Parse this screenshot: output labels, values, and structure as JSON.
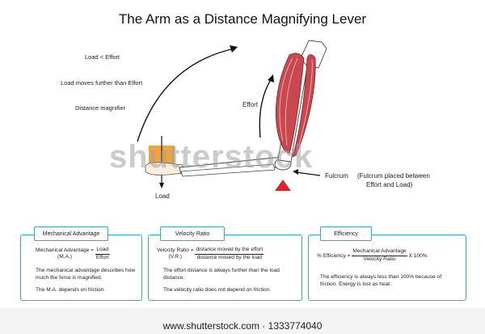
{
  "title": "The Arm as a Distance Magnifying Lever",
  "notes": {
    "load_effort": "Load < Effort",
    "moves_further": "Load moves further than Effort",
    "distance_magnifier": "Distance magnifier"
  },
  "labels": {
    "effort": "Effort",
    "load": "Load",
    "fulcrum": "Fulcrum",
    "fulcrum_note_line1": "(Fulcrum placed between",
    "fulcrum_note_line2": "Effort and Load)"
  },
  "boxes": {
    "mechanical": {
      "title": "Mechanical Advantage",
      "formula_lhs": "Mechanical Advantage =",
      "formula_abbr": "(M.A.)",
      "num": "Load",
      "den": "Effort",
      "text1": "The mechanical advantage describes how much the force is magnified.",
      "text2": "The M.A. depends on friction."
    },
    "velocity": {
      "title": "Velocity Ratio",
      "formula_lhs": "Velocity Ratio =",
      "formula_abbr": "(V.R.)",
      "num": "distance moved by the effort",
      "den": "distance moved by the load",
      "text1": "The effort distance is always further than the load distance.",
      "text2": "The velocity ratio does not depend on friction."
    },
    "efficiency": {
      "title": "Efficiency",
      "formula_lhs": "% Efficiency =",
      "num": "Mechanical Advantage",
      "den": "Velocity Ratio",
      "times": "X 100%",
      "text1": "The efficiency is always less than 100% because of friction. Energy is lost as heat."
    }
  },
  "watermark": "shutterstock",
  "footer": "www.shutterstock.com · 1333774040",
  "colors": {
    "accent": "#35a9d6",
    "load_box": "#f0a43c",
    "fulcrum": "#e0232b",
    "muscle": "#c9474f"
  }
}
